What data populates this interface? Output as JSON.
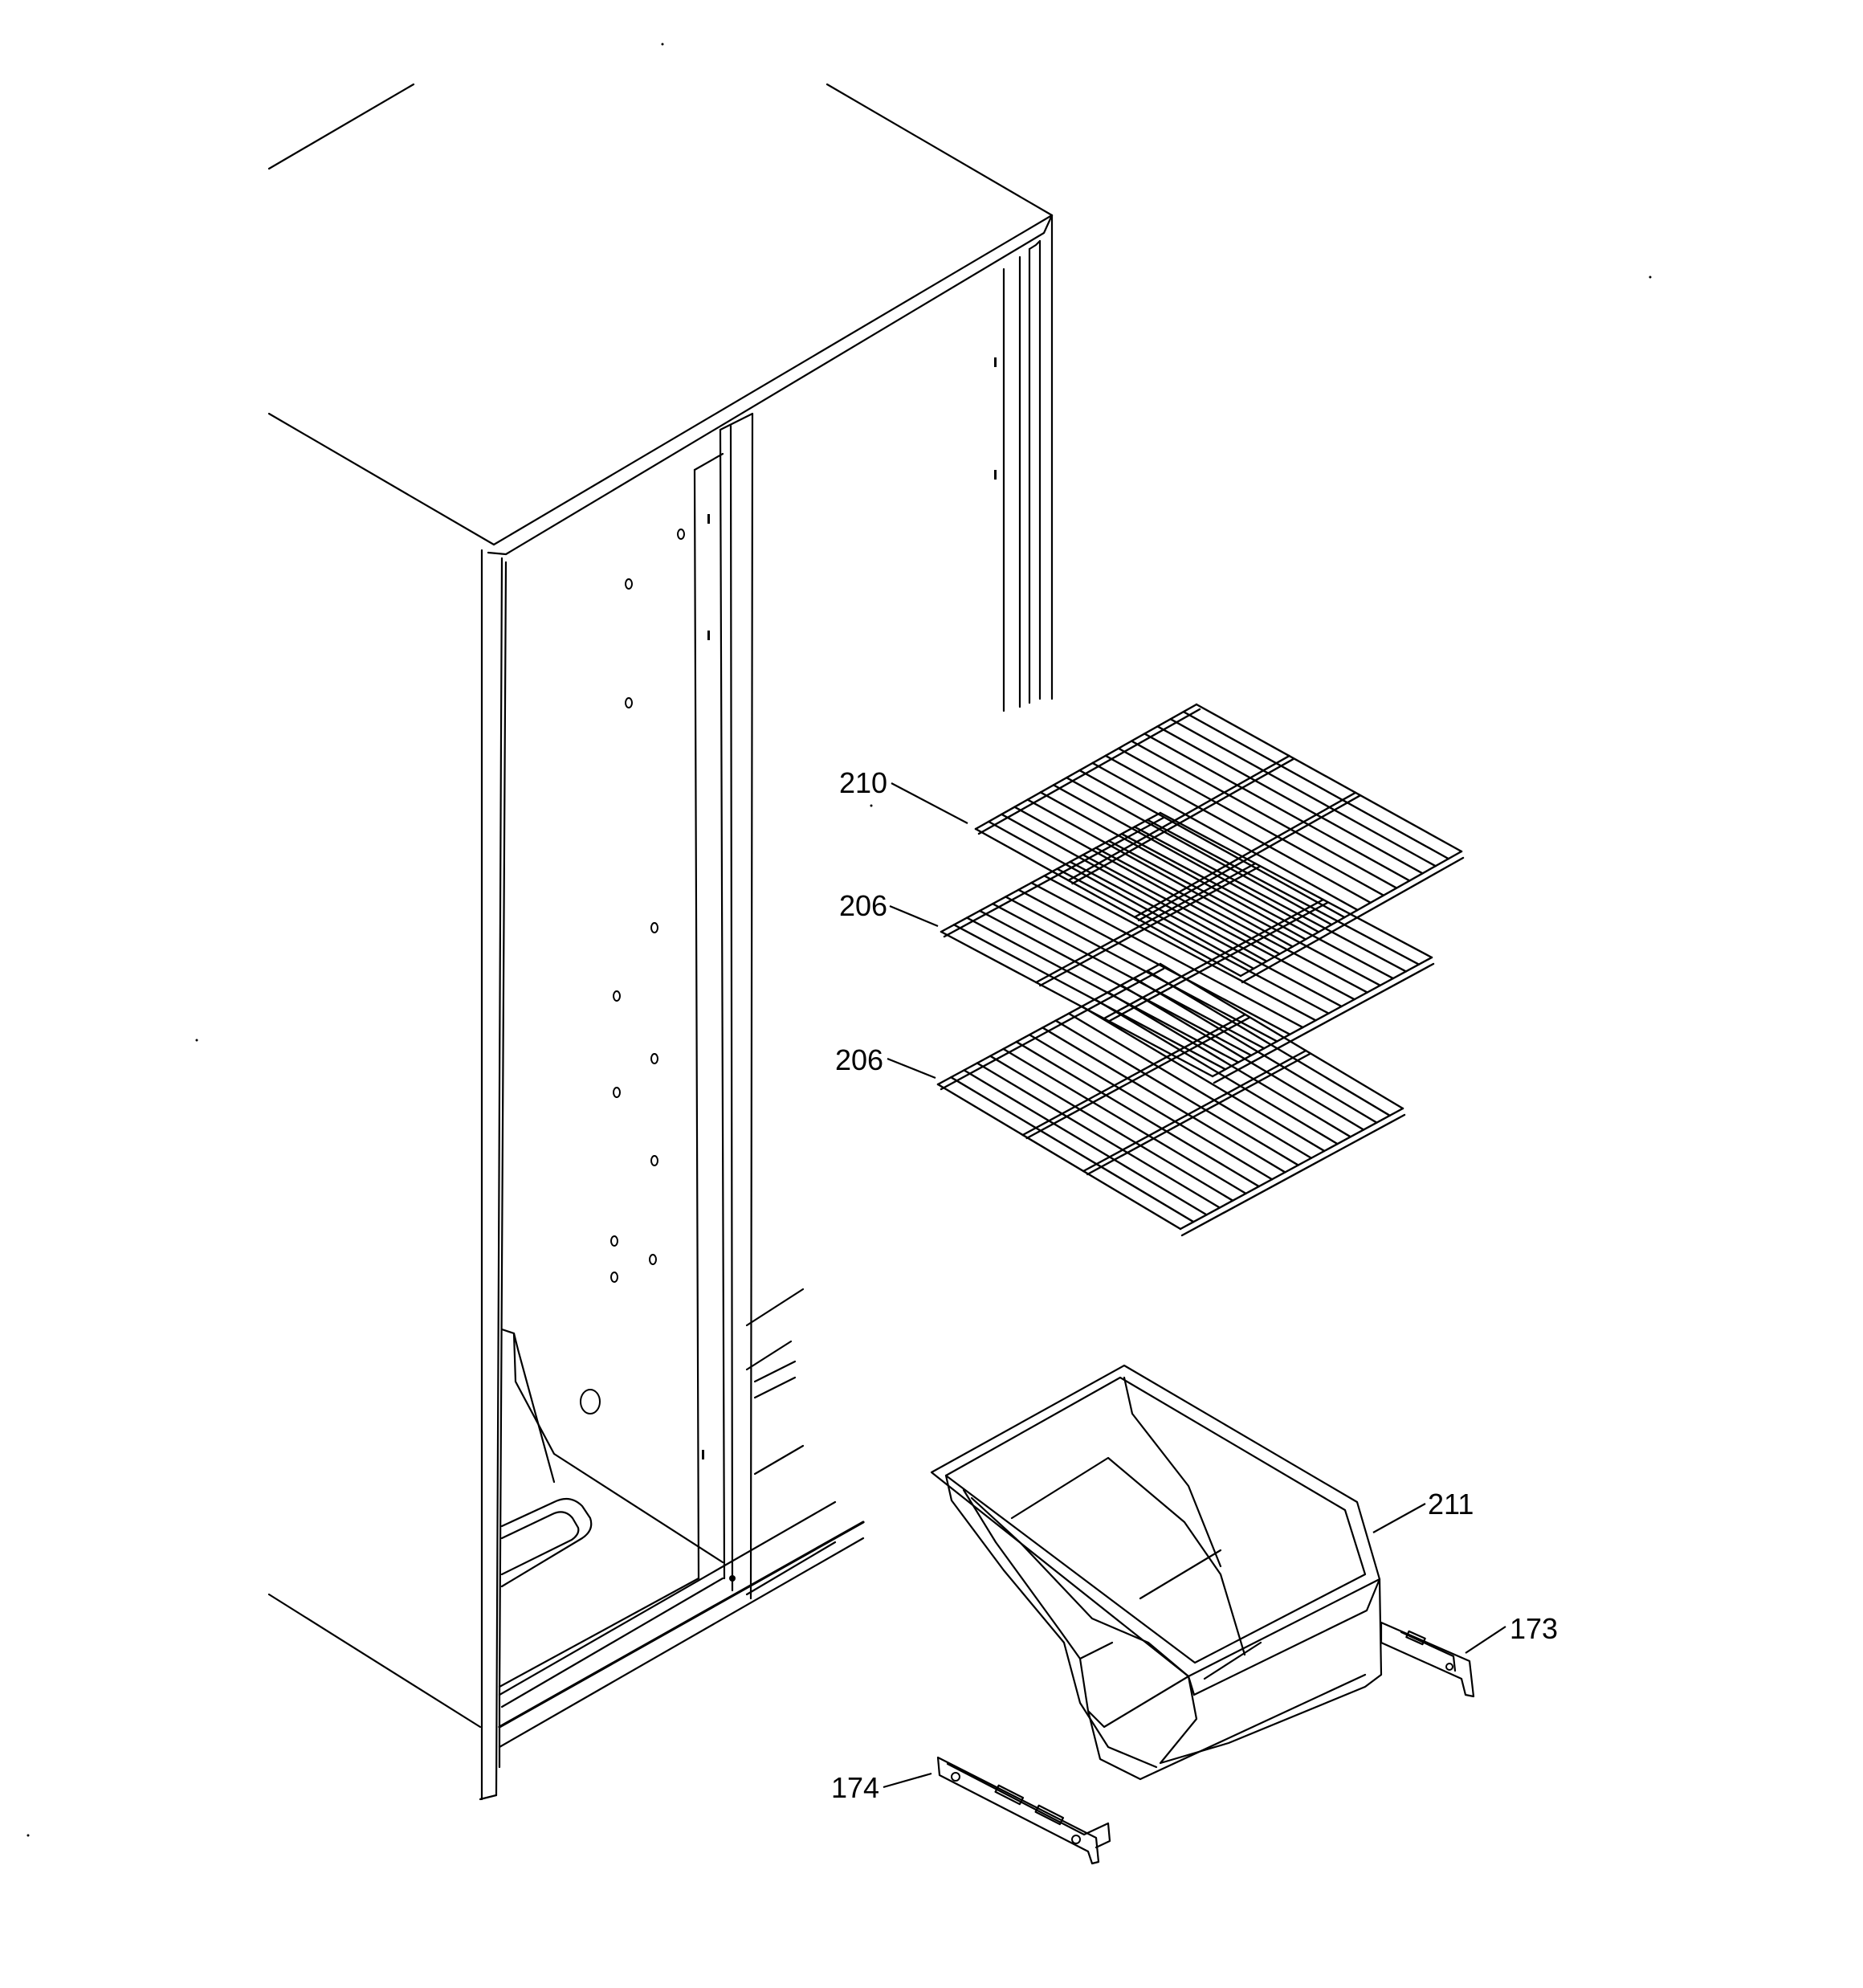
{
  "callouts": [
    {
      "id": "shelf-top",
      "label": "210"
    },
    {
      "id": "shelf-middle",
      "label": "206"
    },
    {
      "id": "shelf-bottom",
      "label": "206"
    },
    {
      "id": "ice-bucket",
      "label": "211"
    },
    {
      "id": "rail-right",
      "label": "173"
    },
    {
      "id": "rail-left",
      "label": "174"
    }
  ]
}
